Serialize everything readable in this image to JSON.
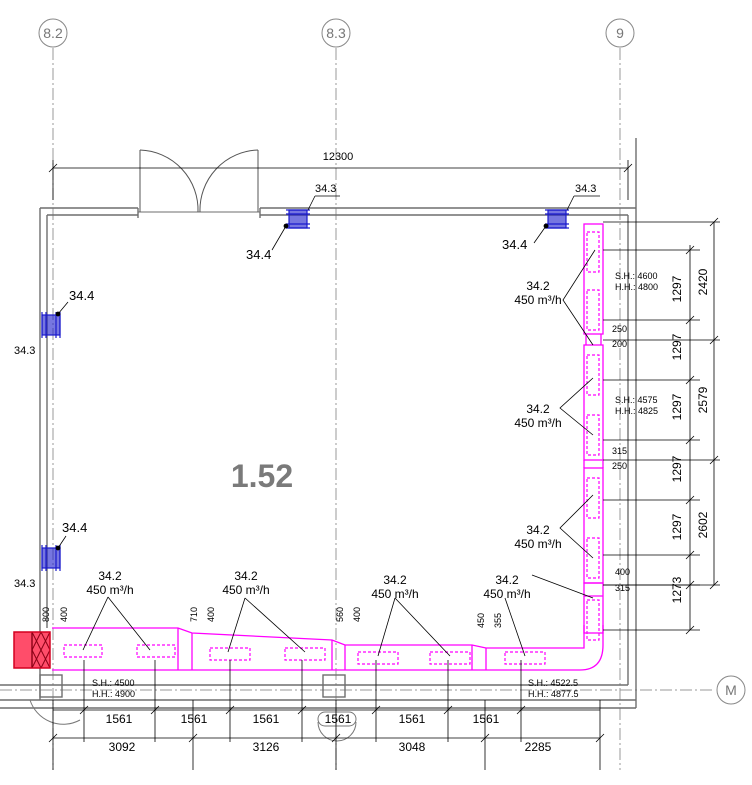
{
  "colors": {
    "wall": "#6e6e6e",
    "duct": "#ff00ff",
    "diffuser": "#1a1acc",
    "grid": "#999999",
    "dim": "#000000",
    "heater": "#e8141e"
  },
  "grid_labels": [
    "8.2",
    "8.3",
    "9",
    "M"
  ],
  "room_number": "1.52",
  "top_width": "12300",
  "tag_343": "34.3",
  "tag_344": "34.4",
  "duct_tag": "34.2",
  "duct_flow": "450 m³/h",
  "heights": {
    "bottom_left": {
      "sh": "S.H.: 4500",
      "hh": "H.H.: 4900"
    },
    "bottom_right": {
      "sh": "S.H.: 4522.5",
      "hh": "H.H.: 4877.5"
    },
    "right_top": {
      "sh": "S.H.: 4600",
      "hh": "H.H.: 4800"
    },
    "right_mid": {
      "sh": "S.H.: 4575",
      "hh": "H.H.: 4825"
    }
  },
  "duct_sizes": {
    "s800": "800",
    "s400": "400",
    "s710": "710",
    "s560": "560",
    "s450": "450",
    "s355": "355",
    "s250": "250",
    "s200": "200",
    "s315": "315"
  },
  "bottom_dims_row1": [
    "1561",
    "1561",
    "1561",
    "1561",
    "1561",
    "1561"
  ],
  "bottom_dims_row2": [
    "3092",
    "3126",
    "3048",
    "2285"
  ],
  "right_dims_inner": [
    "1297",
    "1297",
    "1297",
    "1297",
    "1297",
    "1273"
  ],
  "right_dims_outer": [
    "2420",
    "2579",
    "2602"
  ]
}
